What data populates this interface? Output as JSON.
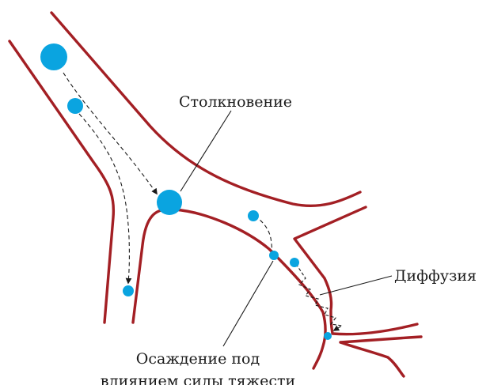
{
  "labels": {
    "collision": "Столкновение",
    "diffusion": "Диффузия",
    "sedimentation_line1": "Осаждение под",
    "sedimentation_line2": "влиянием силы тяжести"
  },
  "colors": {
    "airway_wall": "#a31f24",
    "particle": "#0aa4e0",
    "trajectory": "#1a1a1a"
  }
}
